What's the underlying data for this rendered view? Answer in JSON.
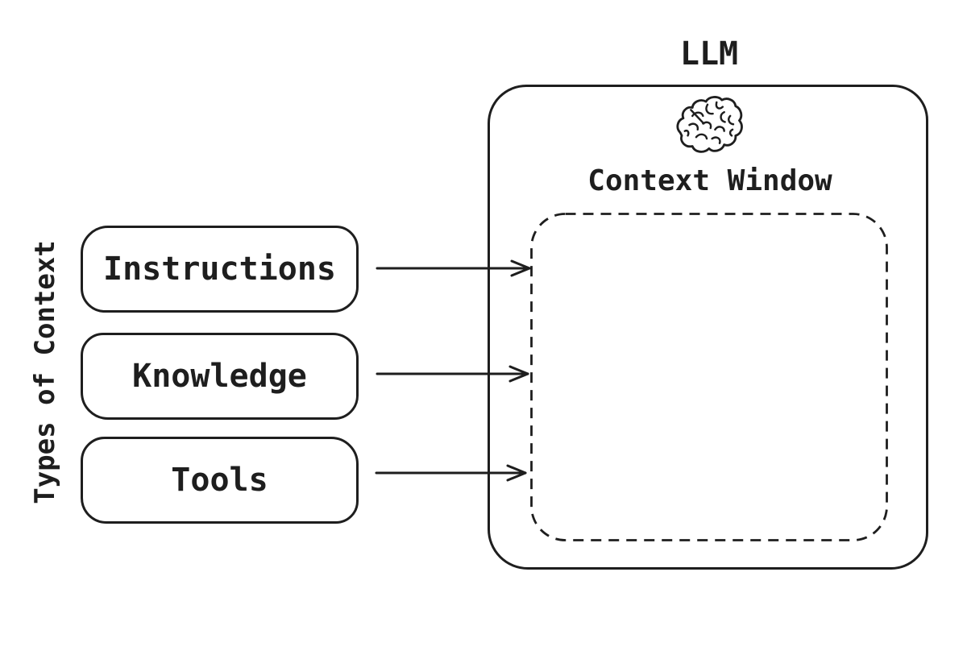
{
  "colors": {
    "stroke": "#1e1e1e",
    "background": "#ffffff"
  },
  "left_panel": {
    "group_label": "Types of Context",
    "boxes": [
      {
        "label": "Instructions"
      },
      {
        "label": "Knowledge"
      },
      {
        "label": "Tools"
      }
    ]
  },
  "llm_panel": {
    "title": "LLM",
    "icon": "brain-icon",
    "context_window_label": "Context Window"
  },
  "arrows": [
    {
      "from": "Instructions",
      "to": "Context Window"
    },
    {
      "from": "Knowledge",
      "to": "Context Window"
    },
    {
      "from": "Tools",
      "to": "Context Window"
    }
  ]
}
